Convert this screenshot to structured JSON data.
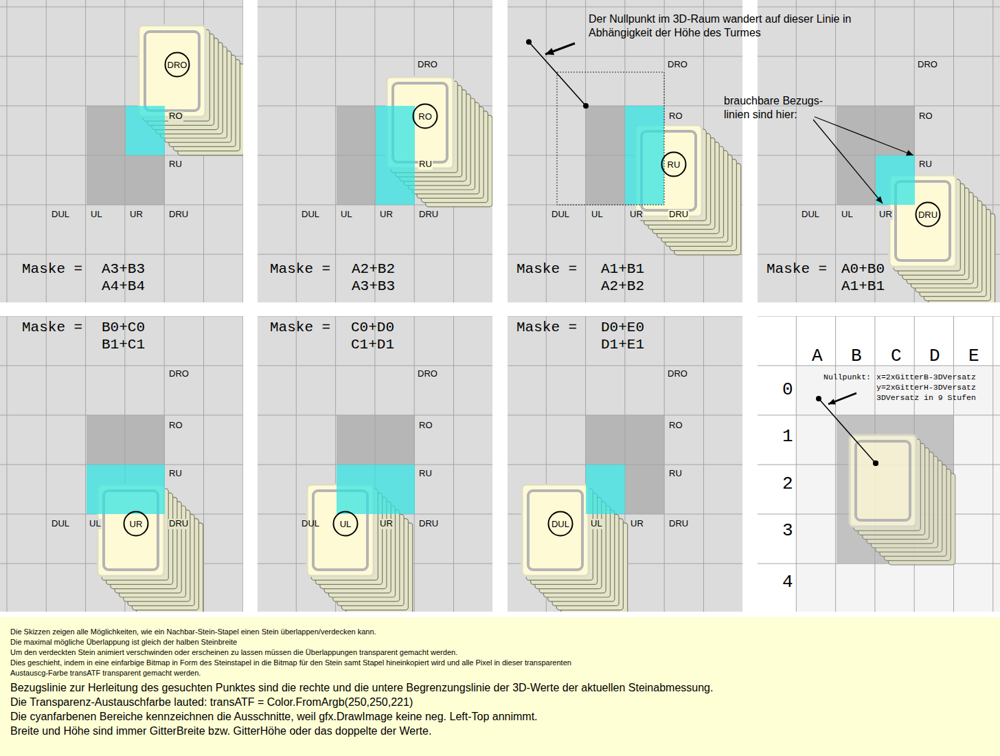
{
  "diagram": {
    "nodes": [
      {
        "text": [
          "DRO"
        ]
      },
      {
        "text": [
          "RO"
        ]
      },
      {
        "text": [
          "RU"
        ]
      },
      {
        "text": [
          "DRU"
        ]
      },
      {
        "text": [
          "UR"
        ]
      },
      {
        "text": [
          "UL"
        ]
      },
      {
        "text": [
          "DUL"
        ]
      },
      {
        "text": [
          "Die Skizzen zeigen alle Möglichkeiten, wie ein Nachbar-Stein-Stapel einen Stein überlappen/verdecken kann.",
          "Die maximal mögliche Überlappung ist gleich der halben Steinbreite",
          "Um den verdeckten Stein animiert verschwinden oder erscheinen zu lassen müssen die Überlappungen transparent gemacht werden.",
          "Dies geschieht, indem in eine einfarbige Bitmap in Form des Steinstapel in die Bitmap für den Stein samt Stapel hineinkopiert wird und alle Pixel in dieser transparenten Austauscg-Farbe transATF transparent gemacht werden.",
          "Bezugslinie zur Herleitung des gesuchten Punktes sind die rechte und die untere Begrenzungslinie der 3D-Werte der aktuellen Steinabmessung.",
          "Die Transparenz-Austauschfarbe lauted: transATF = Color.FromArgb(250,250,221)",
          "Die cyanfarbenen Bereiche kennzeichnen die Ausschnitte, weil gfx.DrawImage keine neg. Left-Top annimmt.",
          "Breite und Höhe sind immer GitterBreite bzw. GitterHöhe oder das doppelte der Werte."
        ]
      }
    ],
    "labels": [
      "RO",
      "RU",
      "DUL",
      "UL",
      "UR",
      "DRU",
      "Maske =",
      "A3+B3",
      "A4+B4",
      "DRO",
      "RU",
      "DUL",
      "UL",
      "UR",
      "DRU",
      "Maske =",
      "A2+B2",
      "A3+B3",
      "Der Nullpunkt im 3D-Raum wandert auf dieser Linie in Abhängigkeit der Höhe des Turmes",
      "DRO",
      "RO",
      "DUL",
      "UL",
      "UR",
      "DRU",
      "Maske =",
      "A1+B1",
      "A2+B2",
      "DRO",
      "brauchbare Bezugs- linien sind hier:",
      "RO",
      "RU",
      "DUL",
      "UL",
      "UR",
      "Maske =",
      "A0+B0",
      "A1+B1",
      "Maske =",
      "B0+C0",
      "B1+C1",
      "DRO",
      "RO",
      "RU",
      "DUL",
      "UL",
      "DRU",
      "Maske =",
      "C0+D0",
      "C1+D1",
      "DRO",
      "RO",
      "RU",
      "DUL",
      "UR",
      "DRU",
      "Maske =",
      "D0+E0",
      "D1+E1",
      "DRO",
      "RO",
      "RU",
      "UL",
      "UR",
      "DRU",
      "A",
      "B",
      "C",
      "D",
      "E",
      "0",
      "1",
      "2",
      "3",
      "4",
      "Nullpunkt:",
      "x=2xGitterB-3DVersatz",
      "y=2xGitterH-3DVersatz",
      "3DVersatz in 9 Stufen"
    ]
  }
}
